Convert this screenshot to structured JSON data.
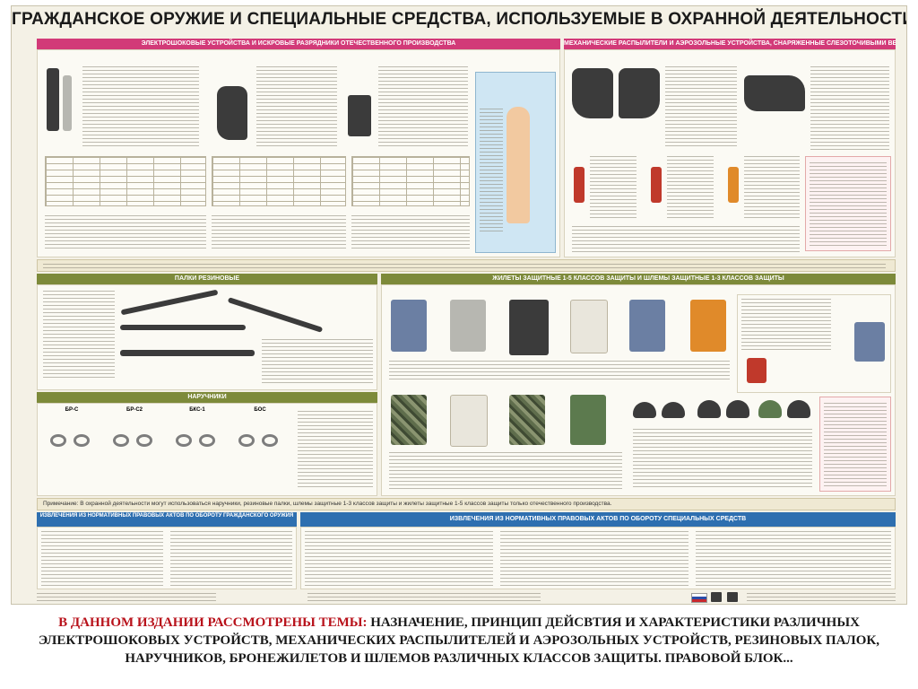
{
  "poster": {
    "title": "ГРАЖДАНСКОЕ ОРУЖИЕ И СПЕЦИАЛЬНЫЕ СРЕДСТВА, ИСПОЛЬЗУЕМЫЕ В ОХРАННОЙ ДЕЯТЕЛЬНОСТИ",
    "sections": {
      "electroshock": "ЭЛЕКТРОШОКОВЫЕ УСТРОЙСТВА И ИСКРОВЫЕ РАЗРЯДНИКИ ОТЕЧЕСТВЕННОГО ПРОИЗВОДСТВА",
      "mechanical": "МЕХАНИЧЕСКИЕ РАСПЫЛИТЕЛИ И АЭРОЗОЛЬНЫЕ УСТРОЙСТВА, СНАРЯЖЕННЫЕ СЛЕЗОТОЧИВЫМИ ВЕЩЕСТВАМИ",
      "batons": "ПАЛКИ РЕЗИНОВЫЕ",
      "vests": "ЖИЛЕТЫ ЗАЩИТНЫЕ 1-5 КЛАССОВ ЗАЩИТЫ И ШЛЕМЫ ЗАЩИТНЫЕ 1-3 КЛАССОВ ЗАЩИТЫ",
      "handcuffs": "НАРУЧНИКИ",
      "legal_civil": "ИЗВЛЕЧЕНИЯ ИЗ НОРМАТИВНЫХ ПРАВОВЫХ АКТОВ ПО ОБОРОТУ ГРАЖДАНСКОГО ОРУЖИЯ",
      "legal_special": "ИЗВЛЕЧЕНИЯ ИЗ НОРМАТИВНЫХ ПРАВОВЫХ АКТОВ ПО ОБОРОТУ СПЕЦИАЛЬНЫХ СРЕДСТВ"
    },
    "handcuff_labels": [
      "БР-С",
      "БР-С2",
      "БКС-1",
      "БОС"
    ],
    "note_bottom": "Примечание: В охранной деятельности могут использоваться наручники, резиновые палки, шлемы защитные 1-3 классов защиты и жилеты защитные 1-5 классов защиты только отечественного производства."
  },
  "description": {
    "lead": "В ДАННОМ ИЗДАНИИ РАССМОТРЕНЫ ТЕМЫ:",
    "body": " НАЗНАЧЕНИЕ, ПРИНЦИП ДЕЙСВТИЯ И ХАРАКТЕРИСТИКИ РАЗЛИЧНЫХ ЭЛЕКТРОШОКОВЫХ УСТРОЙСТВ, МЕХАНИЧЕСКИХ РАСПЫЛИТЕЛЕЙ И АЭРОЗОЛЬНЫХ УСТРОЙСТВ, РЕЗИНОВЫХ ПАЛОК, НАРУЧНИКОВ, БРОНЕЖИЛЕТОВ И ШЛЕМОВ РАЗЛИЧНЫХ КЛАССОВ ЗАЩИТЫ. ПРАВОВОЙ БЛОК..."
  },
  "colors": {
    "pink_band": "#d23a78",
    "olive_band": "#7d8a3a",
    "blue_band": "#2e6fb0",
    "title_red": "#b8121b"
  }
}
